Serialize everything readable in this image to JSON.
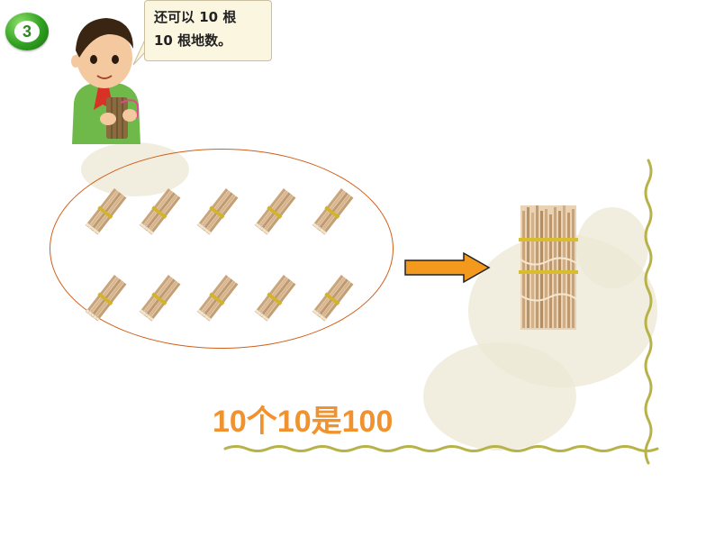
{
  "badge": {
    "number": "3"
  },
  "speech": {
    "line1": "还可以 10 根",
    "line2": "10 根地数。"
  },
  "colors": {
    "accent_orange": "#f0922e",
    "oval_stroke": "#d0601a",
    "badge_green": "#2fa020",
    "frame_green": "#b7b24a"
  },
  "icons": {
    "boy": "boy-with-sticks-illustration",
    "bundle": "stick-bundle-icon",
    "arrow": "arrow-right-icon"
  },
  "bundle_count": 10,
  "result": {
    "text": "10个10是100"
  }
}
